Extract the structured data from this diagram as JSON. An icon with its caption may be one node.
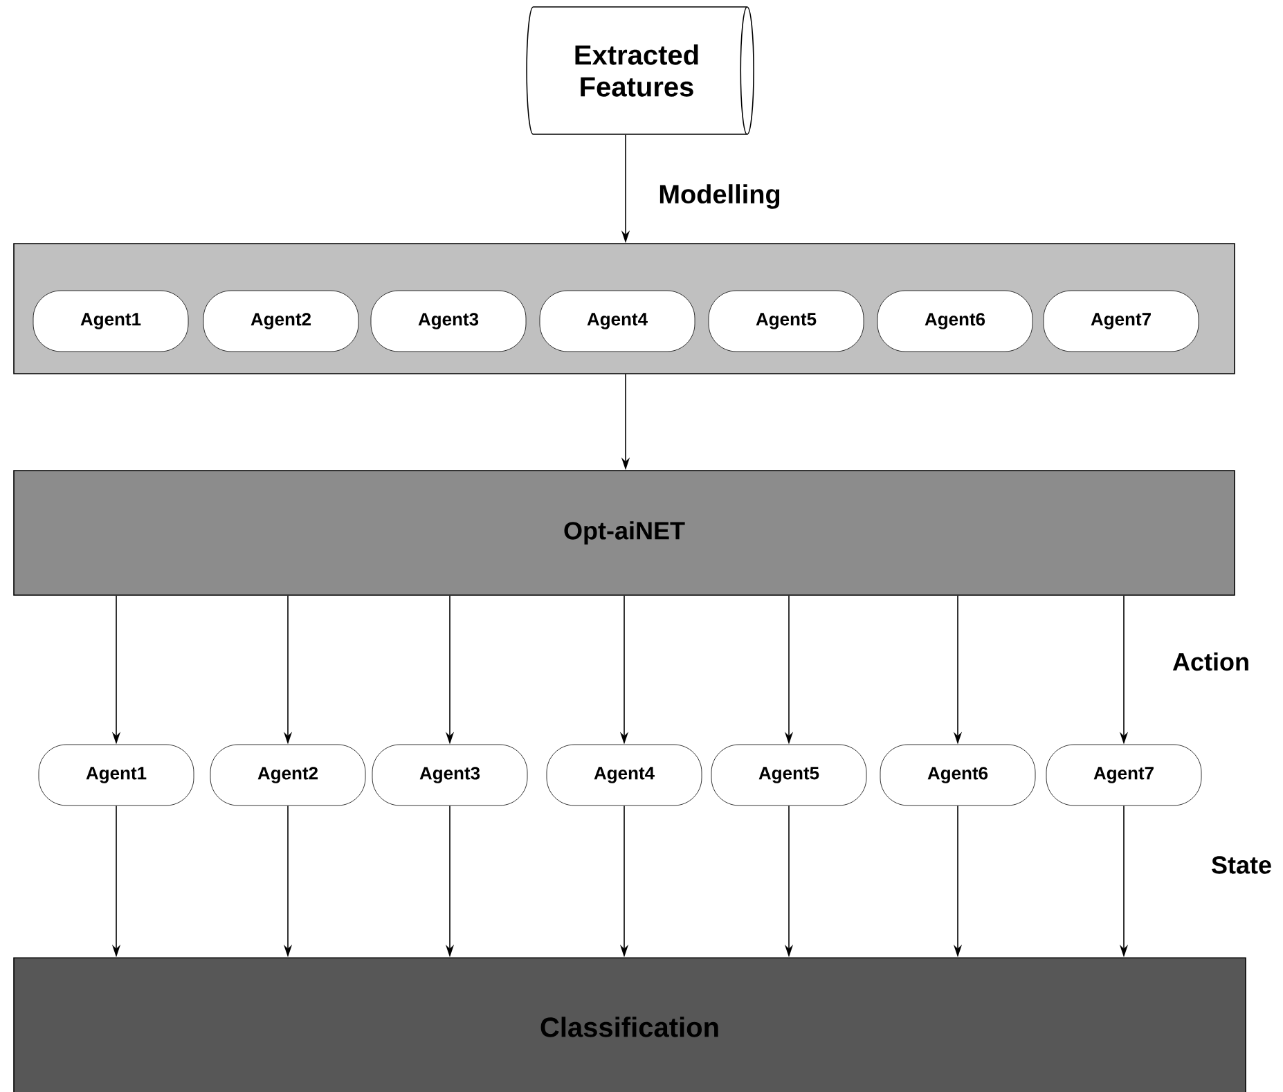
{
  "diagram": {
    "nodes": [
      {
        "text": [
          "Extracted Features"
        ]
      },
      {
        "text": [],
        "shape": "box"
      },
      {
        "text": [
          "Agent1"
        ],
        "in": 1
      },
      {
        "text": [
          "Agent2"
        ],
        "in": 1
      },
      {
        "text": [
          "Agent3"
        ],
        "in": 1
      },
      {
        "text": [
          "Agent4"
        ],
        "in": 1
      },
      {
        "text": [
          "Agent5"
        ],
        "in": 1
      },
      {
        "text": [
          "Agent6"
        ],
        "in": 1
      },
      {
        "text": [
          "Agent7"
        ],
        "in": 1
      },
      {
        "text": [
          "Opt-aiNET"
        ]
      },
      {
        "text": [
          "Agent1"
        ]
      },
      {
        "text": [
          "Agent2"
        ]
      },
      {
        "text": [
          "Agent3"
        ]
      },
      {
        "text": [
          "Agent4"
        ]
      },
      {
        "text": [
          "Agent5"
        ]
      },
      {
        "text": [
          "Agent6"
        ]
      },
      {
        "text": [
          "Agent7"
        ]
      },
      {
        "text": [
          "Classification"
        ]
      }
    ],
    "edges": [
      {
        "from": 0,
        "to": 1,
        "arrow": "to",
        "label": "Modelling"
      },
      {
        "from": 1,
        "to": 9,
        "arrow": "to"
      },
      {
        "from": 9,
        "to": 10,
        "arrow": "to"
      },
      {
        "from": 9,
        "to": 11,
        "arrow": "to"
      },
      {
        "from": 9,
        "to": 12,
        "arrow": "to"
      },
      {
        "from": 9,
        "to": 13,
        "arrow": "to"
      },
      {
        "from": 9,
        "to": 14,
        "arrow": "to"
      },
      {
        "from": 9,
        "to": 15,
        "arrow": "to"
      },
      {
        "from": 9,
        "to": 16,
        "arrow": "to"
      },
      {
        "from": 10,
        "to": 17,
        "arrow": "to"
      },
      {
        "from": 11,
        "to": 17,
        "arrow": "to"
      },
      {
        "from": 12,
        "to": 17,
        "arrow": "to"
      },
      {
        "from": 13,
        "to": 17,
        "arrow": "to"
      },
      {
        "from": 14,
        "to": 17,
        "arrow": "to"
      },
      {
        "from": 15,
        "to": 17,
        "arrow": "to"
      },
      {
        "from": 16,
        "to": 17,
        "arrow": "to"
      }
    ],
    "labels": [
      "Action",
      "State"
    ]
  }
}
